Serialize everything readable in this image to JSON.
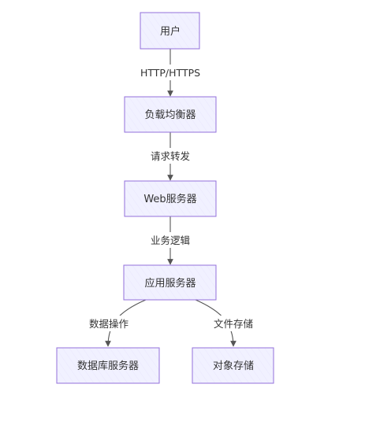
{
  "diagram": {
    "nodes": {
      "user": "用户",
      "load_balancer": "负载均衡器",
      "web_server": "Web服务器",
      "app_server": "应用服务器",
      "db_server": "数据库服务器",
      "object_storage": "对象存储"
    },
    "edges": {
      "user_to_lb": "HTTP/HTTPS",
      "lb_to_web": "请求转发",
      "web_to_app": "业务逻辑",
      "app_to_db": "数据操作",
      "app_to_storage": "文件存储"
    },
    "colors": {
      "node_fill": "#ECECFF",
      "node_stroke": "#9370DB",
      "edge_stroke": "#555555",
      "text": "#333333"
    }
  }
}
